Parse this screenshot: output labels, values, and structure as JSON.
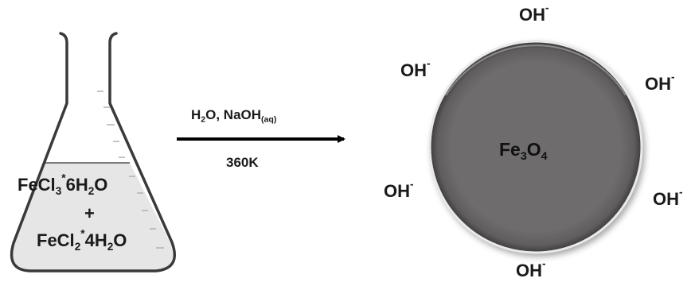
{
  "flask": {
    "reagent1": {
      "main": "FeCl",
      "sub1": "3",
      "sup": "*",
      "mid": "6H",
      "sub2": "2",
      "end": "O"
    },
    "plus": "+",
    "reagent2": {
      "main": "FeCl",
      "sub1": "2",
      "sup": "*",
      "mid": "4H",
      "sub2": "2",
      "end": "O"
    }
  },
  "reaction": {
    "conditions_line1": {
      "a": "H",
      "a_sub": "2",
      "b": "O, NaOH",
      "b_sub": "(aq)"
    },
    "conditions_line2": "360K"
  },
  "particle": {
    "core": {
      "a": "Fe",
      "a_sub": "3",
      "b": "O",
      "b_sub": "4"
    },
    "ligand": {
      "base": "OH",
      "charge": "-"
    }
  },
  "colors": {
    "liquid": "#e6e6e6",
    "glass_outline": "#3a3a3a",
    "sphere": "#6e6c6c",
    "arrow": "#000000"
  }
}
